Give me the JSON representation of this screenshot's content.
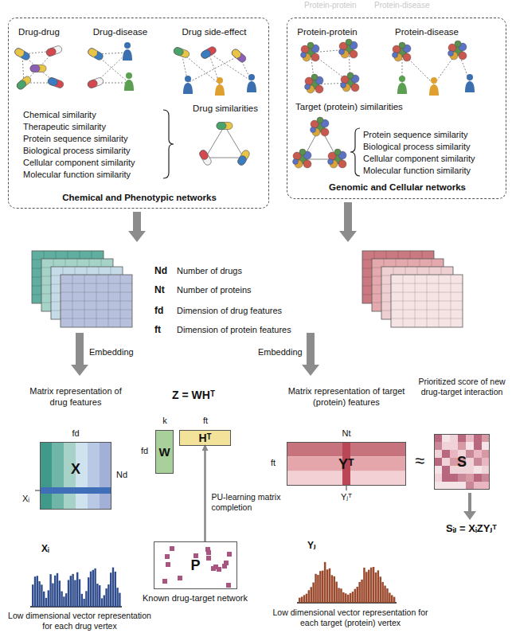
{
  "diagram": {
    "nodes": [
      {
        "text": [
          "Drug-drug",
          "Drug-disease",
          "Drug side-effect",
          "Chemical similarity",
          "Therapeutic similarity",
          "Protein sequence similarity",
          "Biological process similarity",
          "Cellular component similarity",
          "Molecular function similarity",
          "Drug similarities",
          "Chemical and Phenotypic networks"
        ]
      },
      {
        "text": [
          "Protein-protein",
          "Protein-disease",
          "Target (protein) similarities",
          "Protein sequence similarity",
          "Biological process similarity",
          "Cellular component similarity",
          "Molecular function similarity",
          "Genomic and Cellular networks"
        ]
      },
      {
        "text": [
          "X"
        ]
      },
      {
        "text": [
          "W"
        ]
      },
      {
        "text": [
          "Hᵀ"
        ]
      },
      {
        "text": [
          "P"
        ]
      },
      {
        "text": [
          "Yᵀ"
        ]
      },
      {
        "text": [
          "S"
        ]
      }
    ],
    "edges": [
      {
        "from": 5,
        "to": 4,
        "arrow": "to",
        "label": "PU-learning matrix completion"
      }
    ],
    "labels": [
      "Protein-protein",
      "Protein-disease",
      "Nd",
      "Number of drugs",
      "Nt",
      "Number of proteins",
      "fd",
      "Dimension of drug features",
      "ft",
      "Dimension of protein features",
      "Embedding",
      "Embedding",
      "Matrix representation of drug features",
      "fd",
      "Nd",
      "Xᵢ",
      "Z = WHᵀ",
      "k",
      "ft",
      "fd",
      "Known drug-target network",
      "Matrix representation of target (protein) features",
      "Nt",
      "ft",
      "Yⱼᵀ",
      "≈",
      "Prioritized score of new drug-target interaction",
      "Sᵢⱼ = XᵢZYⱼᵀ",
      "Xᵢ",
      "Low dimensional vector representation for each drug vertex",
      "Yⱼ",
      "Low dimensional vector representation for each target (protein) vertex"
    ]
  }
}
